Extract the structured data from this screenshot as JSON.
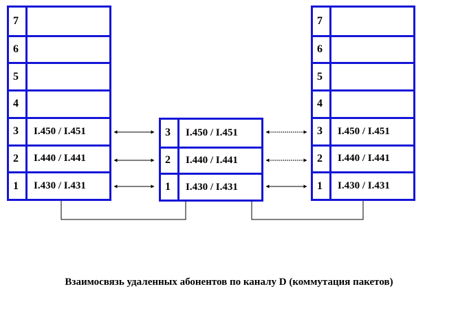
{
  "colors": {
    "border": "#1515d8",
    "line": "#000000"
  },
  "left_stack": {
    "layers": [
      {
        "num": "7",
        "proto": ""
      },
      {
        "num": "6",
        "proto": ""
      },
      {
        "num": "5",
        "proto": ""
      },
      {
        "num": "4",
        "proto": ""
      },
      {
        "num": "3",
        "proto": "I.450 / I.451"
      },
      {
        "num": "2",
        "proto": "I.440 / I.441"
      },
      {
        "num": "1",
        "proto": "I.430 / I.431"
      }
    ]
  },
  "middle_stack": {
    "layers": [
      {
        "num": "3",
        "proto": "I.450 / I.451"
      },
      {
        "num": "2",
        "proto": "I.440 / I.441"
      },
      {
        "num": "1",
        "proto": "I.430 / I.431"
      }
    ]
  },
  "right_stack": {
    "layers": [
      {
        "num": "7",
        "proto": ""
      },
      {
        "num": "6",
        "proto": ""
      },
      {
        "num": "5",
        "proto": ""
      },
      {
        "num": "4",
        "proto": ""
      },
      {
        "num": "3",
        "proto": "I.450 / I.451"
      },
      {
        "num": "2",
        "proto": "I.440 / I.441"
      },
      {
        "num": "1",
        "proto": "I.430 / I.431"
      }
    ]
  },
  "caption": "Взаимосвязь удаленных абонентов  по каналу D  (коммутация пакетов)"
}
